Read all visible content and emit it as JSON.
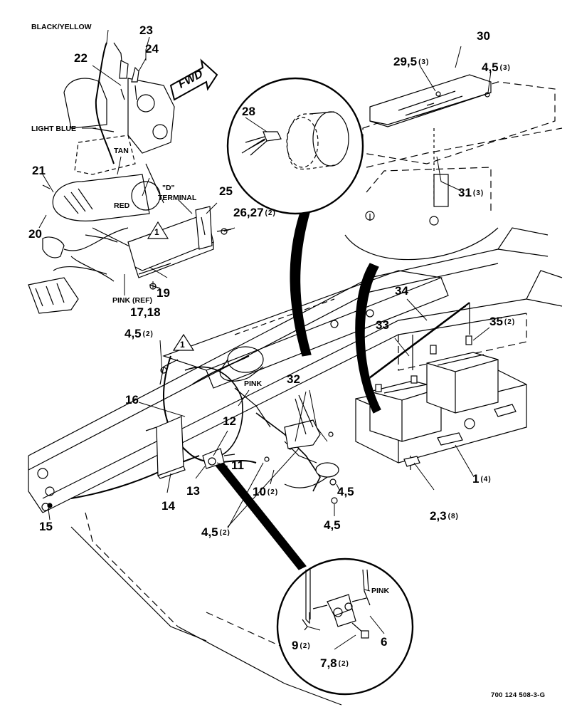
{
  "callouts": {
    "c1": {
      "num": "1",
      "qty": "(4)"
    },
    "c2_3": {
      "num": "2,3",
      "qty": "(8)"
    },
    "c4_5_top": {
      "num": "4,5",
      "qty": "(3)"
    },
    "c4_5_left": {
      "num": "4,5",
      "qty": "(2)"
    },
    "c4_5_mid": {
      "num": "4,5",
      "qty": ""
    },
    "c4_5_low": {
      "num": "4,5",
      "qty": ""
    },
    "c4_5_bot": {
      "num": "4,5",
      "qty": "(2)"
    },
    "c6": {
      "num": "6",
      "qty": ""
    },
    "c7_8": {
      "num": "7,8",
      "qty": "(2)"
    },
    "c9": {
      "num": "9",
      "qty": "(2)"
    },
    "c10": {
      "num": "10",
      "qty": "(2)"
    },
    "c11": {
      "num": "11",
      "qty": ""
    },
    "c12": {
      "num": "12",
      "qty": ""
    },
    "c13": {
      "num": "13",
      "qty": ""
    },
    "c14": {
      "num": "14",
      "qty": ""
    },
    "c15": {
      "num": "15",
      "qty": ""
    },
    "c16": {
      "num": "16",
      "qty": ""
    },
    "c17_18": {
      "num": "17,18",
      "qty": ""
    },
    "c19": {
      "num": "19",
      "qty": ""
    },
    "c20": {
      "num": "20",
      "qty": ""
    },
    "c21": {
      "num": "21",
      "qty": ""
    },
    "c22": {
      "num": "22",
      "qty": ""
    },
    "c23": {
      "num": "23",
      "qty": ""
    },
    "c24": {
      "num": "24",
      "qty": ""
    },
    "c25": {
      "num": "25",
      "qty": ""
    },
    "c26_27": {
      "num": "26,27",
      "qty": "(2)"
    },
    "c28": {
      "num": "28",
      "qty": ""
    },
    "c29_5": {
      "num": "29,5",
      "qty": "(3)"
    },
    "c30": {
      "num": "30",
      "qty": ""
    },
    "c31": {
      "num": "31",
      "qty": "(3)"
    },
    "c32": {
      "num": "32",
      "qty": ""
    },
    "c33": {
      "num": "33",
      "qty": ""
    },
    "c34": {
      "num": "34",
      "qty": ""
    },
    "c35": {
      "num": "35",
      "qty": "(2)"
    }
  },
  "wire_labels": {
    "black_yellow": "BLACK/YELLOW",
    "light_blue": "LIGHT BLUE",
    "tan": "TAN",
    "red": "RED",
    "d_terminal_1": "\"D\"",
    "d_terminal_2": "TERMINAL",
    "pink_ref": "PINK (REF)",
    "pink_mid": "PINK",
    "pink_detail": "PINK"
  },
  "note_flag": "1",
  "fwd_label": "FWD",
  "drawing_number": "700 124 508-3-G"
}
